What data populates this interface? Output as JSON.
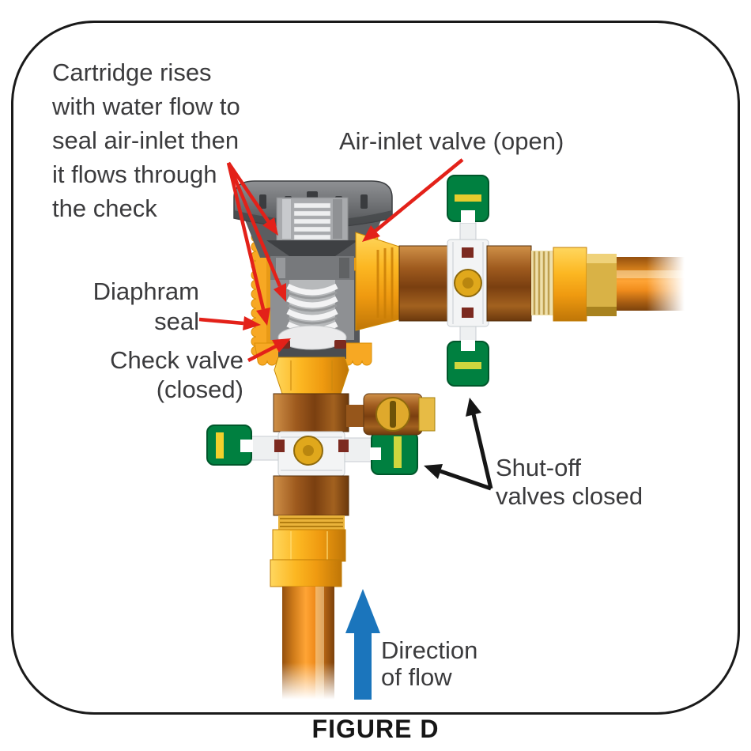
{
  "figure": {
    "caption": "FIGURE D"
  },
  "labels": {
    "cartridge_note": [
      "Cartridge rises",
      "with water flow to",
      "seal air-inlet then",
      "it flows through",
      "the check"
    ],
    "air_inlet_valve": "Air-inlet valve (open)",
    "diaphram_seal": [
      "Diaphram",
      "seal"
    ],
    "check_valve": [
      "Check valve",
      "(closed)"
    ],
    "shut_off": [
      "Shut-off",
      "valves closed"
    ],
    "direction_of_flow": [
      "Direction",
      "of flow"
    ]
  },
  "colors": {
    "annotation_red": "#e32119",
    "annotation_black": "#161616",
    "flow_blue": "#1b75bc",
    "handle_green": "#008040",
    "body_orange": "#f7a823",
    "brass_gold": "#f2a71c",
    "copper": "#d27c1c",
    "cap_gray": "#6b6d70",
    "text": "#3b3b3d",
    "frame_border": "#1a1a1a"
  }
}
